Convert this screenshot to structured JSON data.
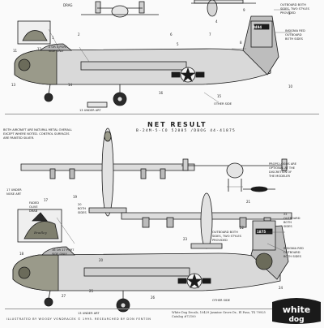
{
  "sheet": {
    "title": "NET RESULT",
    "serial_line": "B-24M-5-CO 52885 /DBOG 44-41875",
    "top_notes": {
      "drag_label": "DRAG",
      "port_side": "2 OR 3 PORT\nSIDE ONLY",
      "outboard_top": "OUTBOARD BOTH\nSIDES, TWO STYLES\nPROVIDED",
      "insignia_top": "INSIGNIA RED\nOUTBOARD\nBOTH SIDES",
      "other_side": "OTHER SIDE",
      "under_art_top": "13 UNDER ART",
      "serial_top": "0494"
    },
    "mid_notes": {
      "finish_note": "BOTH AIRCRAFT ARE NATURAL METAL OVERALL\nEXCEPT WHERE NOTED. CONTROL SURFACES\nARE PAINTED SILVER.",
      "prop_logos": "PROPS LOGOS ARE\nOPTIONAL AT THE\nDISCRETION OF\nTHE MODELER",
      "under_art_mid": "17 UNDER\nNOSE ART",
      "faded_drag": "FADED\nOLIVE\nDRAB",
      "both_sides_mid": "20\nBOTH\nSIDES",
      "outboard_mid": "OUTBOARD BOTH\nSIDES, TWO STYLES\nPROVIDED",
      "outboard_both": "22\nOUTBOARD\nBOTH\nSIDES",
      "insignia_mid": "INSIGNIA RED\nOUTBOARD\nBOTH SIDES",
      "serial_mid": "1875",
      "nose_art": "Bradley"
    },
    "bottom_notes": {
      "port_side_bot": "16 OR 17 PORT\nSIDE ONLY",
      "under_art_bot": "13 UNDER ART",
      "other_side_bot": "OTHER SIDE"
    },
    "callouts_top": [
      "1",
      "2",
      "3",
      "4",
      "5",
      "6",
      "7",
      "8",
      "9",
      "10",
      "11",
      "12",
      "13",
      "14",
      "15",
      "16"
    ],
    "callouts_mid": [
      "17",
      "18",
      "19",
      "20",
      "21",
      "22",
      "23",
      "24",
      "25",
      "26",
      "27"
    ],
    "credit": "ILLUSTRATED BY WOODY VONDRACEK © 1995. RESEARCHED BY DON FENTON",
    "address": "White Dog Decals, 10429 Jasmine Grove Dr., El Paso, TX 79925\nCatalog #72100",
    "brand_primary": "white",
    "brand_secondary": "dog",
    "colors": {
      "ink": "#1a1a1a",
      "metal": "#d9d9d9",
      "olive": "#6b6b5a",
      "paper": "#fafafa"
    }
  }
}
